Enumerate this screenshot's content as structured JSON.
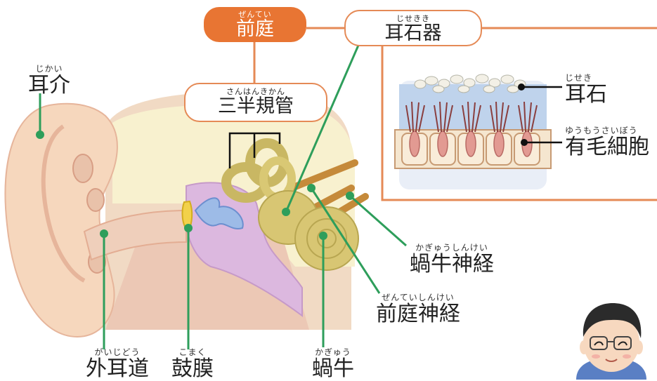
{
  "labels": {
    "vestibule": {
      "ruby": "ぜんてい",
      "text": "前庭"
    },
    "otolith_organ": {
      "ruby": "じせきき",
      "text": "耳石器"
    },
    "auricle": {
      "ruby": "じかい",
      "text": "耳介"
    },
    "semicircular_canals": {
      "ruby": "さんはんきかん",
      "text": "三半規管"
    },
    "otolith": {
      "ruby": "じせき",
      "text": "耳石"
    },
    "hair_cells": {
      "ruby": "ゆうもうさいぼう",
      "text": "有毛細胞"
    },
    "cochlear_nerve": {
      "ruby": "かぎゅうしんけい",
      "text": "蝸牛神経"
    },
    "vestibular_nerve": {
      "ruby": "ぜんていしんけい",
      "text": "前庭神経"
    },
    "ear_canal": {
      "ruby": "がいじどう",
      "text": "外耳道"
    },
    "eardrum": {
      "ruby": "こまく",
      "text": "鼓膜"
    },
    "cochlea": {
      "ruby": "かぎゅう",
      "text": "蝸牛"
    }
  },
  "colors": {
    "accent_orange": "#e87533",
    "leader_green": "#2e9e5b",
    "skin": "#f6d9c0",
    "inner_ear": "#d8c673"
  },
  "icons": [
    "doctor-avatar-icon"
  ]
}
